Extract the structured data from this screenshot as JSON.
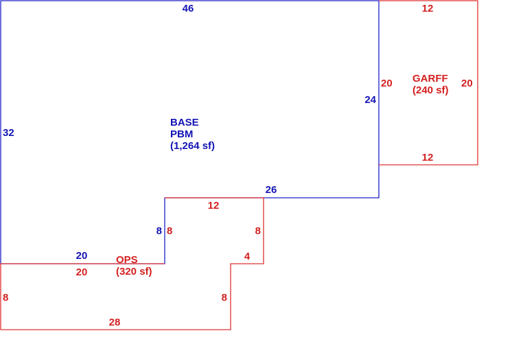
{
  "colors": {
    "base": "#1414b4",
    "addition": "#d42020"
  },
  "areas": {
    "base": {
      "line1": "BASE",
      "line2": "PBM",
      "area": "(1,264 sf)"
    },
    "garff": {
      "line1": "GARFF",
      "area": "(240 sf)"
    },
    "ops": {
      "line1": "OPS",
      "area": "(320 sf)"
    }
  },
  "dims": {
    "base_top": "46",
    "base_left": "32",
    "base_right": "24",
    "base_notch_top": "26",
    "base_notch_side": "8",
    "base_bottom": "20",
    "garff_top": "12",
    "garff_left": "20",
    "garff_right": "20",
    "garff_bottom": "12",
    "ops_top": "12",
    "ops_side_inner": "8",
    "ops_right_upper": "8",
    "ops_step": "4",
    "ops_top_left": "20",
    "ops_left": "8",
    "ops_right_lower": "8",
    "ops_bottom": "28"
  }
}
